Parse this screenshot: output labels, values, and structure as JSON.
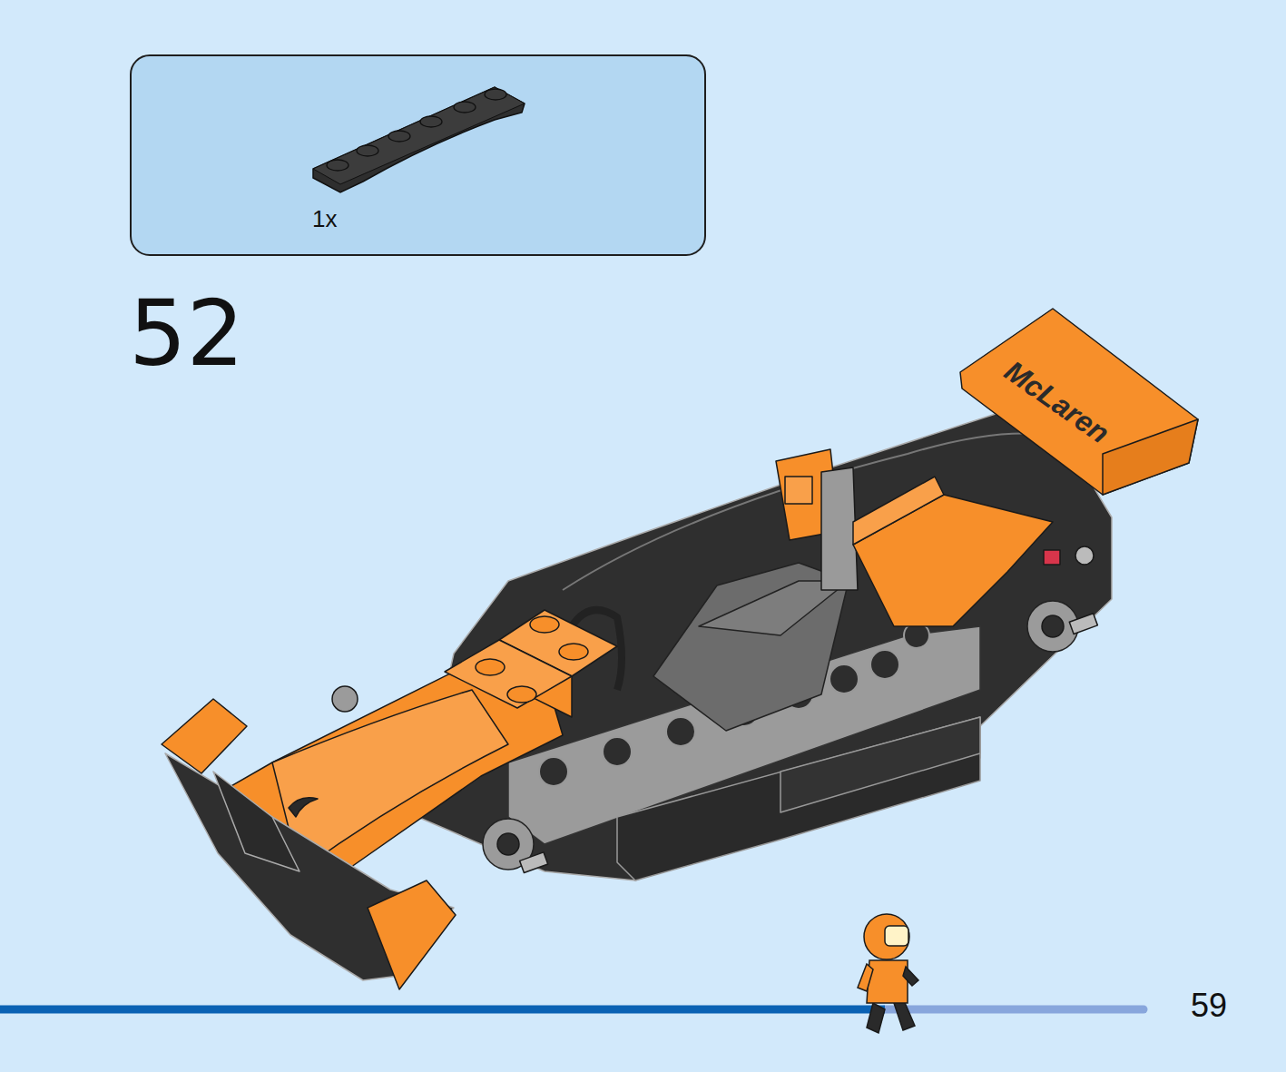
{
  "diagram": {
    "nodes": [
      {
        "text": [
          "1x"
        ]
      }
    ],
    "labels": [
      "52",
      "McLaren",
      "59"
    ]
  }
}
